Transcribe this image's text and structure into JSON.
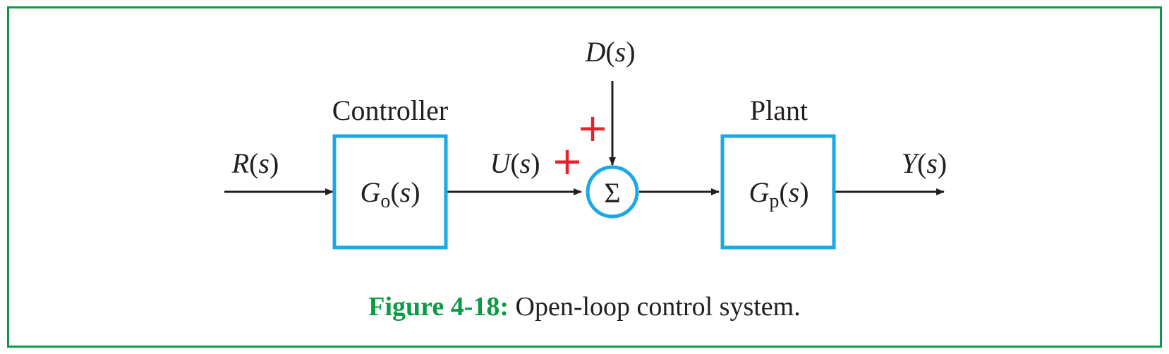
{
  "colors": {
    "frame": "#0a9b46",
    "block": "#1aa9e6",
    "sign": "#e8202a",
    "line": "#231f20"
  },
  "diagram": {
    "input_signal": {
      "name": "R",
      "arg": "s"
    },
    "controller": {
      "title": "Controller",
      "symbol": "G",
      "subscript": "o",
      "arg": "s"
    },
    "control_signal": {
      "name": "U",
      "arg": "s"
    },
    "disturbance": {
      "name": "D",
      "arg": "s"
    },
    "summing_junction": {
      "symbol": "Σ",
      "signs": [
        "+",
        "+"
      ]
    },
    "plant": {
      "title": "Plant",
      "symbol": "G",
      "subscript": "p",
      "arg": "s"
    },
    "output_signal": {
      "name": "Y",
      "arg": "s"
    }
  },
  "caption": {
    "label": "Figure 4-18:",
    "text": "Open-loop control system."
  }
}
